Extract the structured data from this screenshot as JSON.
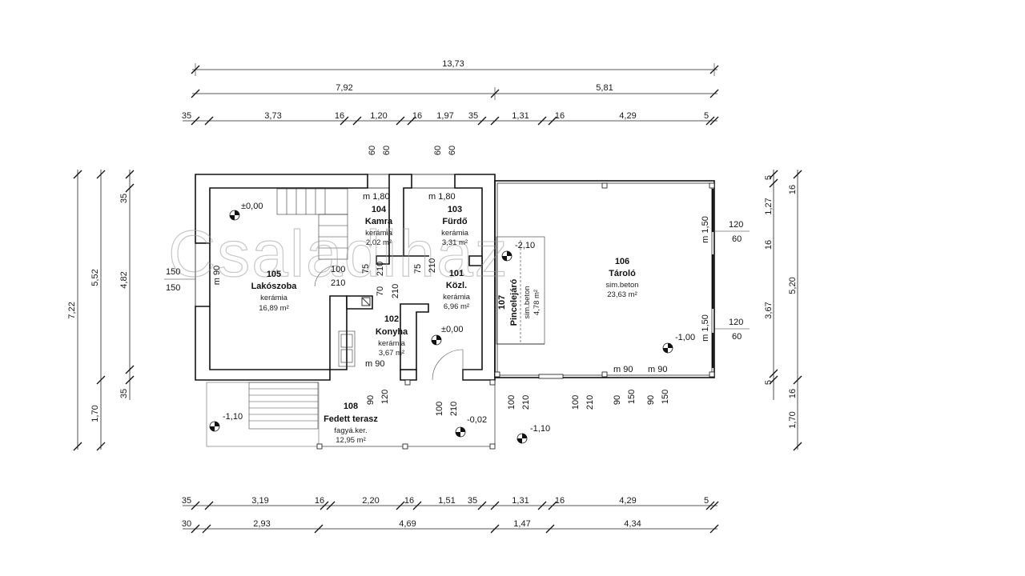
{
  "watermark": "Csaladihaz",
  "dims_top": {
    "overall": "13,73",
    "left": "7,92",
    "right": "5,81",
    "detail": [
      "35",
      "3,73",
      "16",
      "1,20",
      "16",
      "1,97",
      "35",
      "1,31",
      "16",
      "4,29",
      "5"
    ]
  },
  "openings_top": [
    "60",
    "60",
    "60",
    "60"
  ],
  "dims_bottom": {
    "row1": [
      "35",
      "3,19",
      "16",
      "2,20",
      "16",
      "1,51",
      "35",
      "1,31",
      "16",
      "4,29",
      "5"
    ],
    "row2": [
      "30",
      "2,93",
      "4,69",
      "1,47",
      "4,34"
    ]
  },
  "dims_left": {
    "overall": "7,22",
    "a": "5,52",
    "b": "1,70",
    "c": "4,82",
    "t1": "35",
    "t2": "35"
  },
  "dims_right": {
    "a": "5,20",
    "b": "1,70",
    "c": "3,67",
    "d": "1,27",
    "t1": "5",
    "t2": "16",
    "t3": "16",
    "t4": "5",
    "t5": "16"
  },
  "rooms": [
    {
      "num": "104",
      "name": "Kamra",
      "mat": "kerámia",
      "area": "2,02 m²"
    },
    {
      "num": "103",
      "name": "Fürdő",
      "mat": "kerámia",
      "area": "3,31 m²"
    },
    {
      "num": "105",
      "name": "Lakószoba",
      "mat": "kerámia",
      "area": "16,89 m²"
    },
    {
      "num": "101",
      "name": "Közl.",
      "mat": "kerámia",
      "area": "6,96 m²"
    },
    {
      "num": "102",
      "name": "Konyha",
      "mat": "kerámia",
      "area": "3,67 m²"
    },
    {
      "num": "106",
      "name": "Tároló",
      "mat": "sim.beton",
      "area": "23,63 m²"
    },
    {
      "num": "107",
      "name": "Pincelejáró",
      "mat": "sim.beton",
      "area": "4,78 m²"
    },
    {
      "num": "108",
      "name": "Fedett terasz",
      "mat": "fagyá.ker.",
      "area": "12,95 m²"
    }
  ],
  "levels": [
    "±0,00",
    "±0,00",
    "-2,10",
    "-1,00",
    "-1,10",
    "-0,02",
    "-1,10"
  ],
  "labels": {
    "m180a": "m 1,80",
    "m180b": "m 1,80",
    "m90_lako": "m 90",
    "m90_konyha": "m 90",
    "m90_tar1": "m 90",
    "m90_tar2": "m 90",
    "m150a": "m 1,50",
    "m150b": "m 1,50",
    "w150": "150",
    "w150b": "150",
    "d100": "100",
    "d210": "210",
    "d75a": "75",
    "d210a": "210",
    "d75b": "75",
    "d210b": "210",
    "d70": "70",
    "d210c": "210",
    "d120a": "120",
    "d60a": "60",
    "d120b": "120",
    "d60b": "60",
    "b90a": "90",
    "b120a": "120",
    "b100a": "100",
    "b210a": "210",
    "b100b": "100",
    "b210b": "210",
    "b100c": "100",
    "b210c": "210",
    "b90b": "90",
    "b150b": "150",
    "b90c": "90",
    "b150c": "150"
  }
}
